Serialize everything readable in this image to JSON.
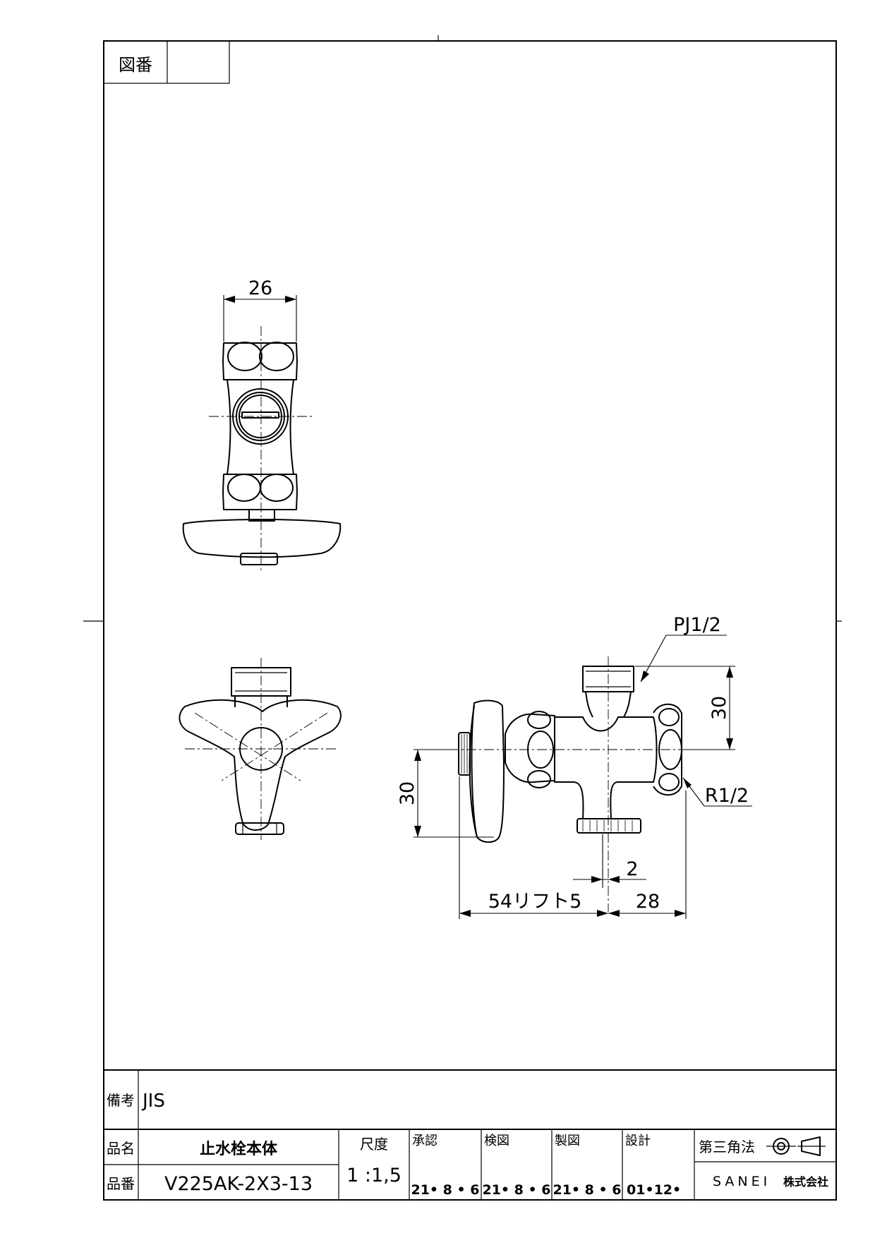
{
  "header": {
    "drawing_number_label": "図番",
    "drawing_number_value": ""
  },
  "dimensions": {
    "top_width": "26",
    "pipe_thread_top": "PJ1/2",
    "height_right": "30",
    "thread_right": "R1/2",
    "height_left": "30",
    "offset_small": "2",
    "length_lift": "54リフト5",
    "length_right": "28"
  },
  "title_block": {
    "remarks_label": "備考",
    "remarks_value": "JIS",
    "part_name_label": "品名",
    "part_name_value": "止水栓本体",
    "part_number_label": "品番",
    "part_number_value": "V225AK-2X3-13",
    "scale_label": "尺度",
    "scale_value": "1 :1,5",
    "approved_label": "承認",
    "approved_date": "21• 8 • 6",
    "checked_label": "検図",
    "checked_date": "21• 8 • 6",
    "drafted_label": "製図",
    "drafted_date": "21• 8 • 6",
    "designed_label": "設計",
    "designed_date": "01•12•",
    "projection_label": "第三角法",
    "company_name": "SANEI",
    "company_suffix": "株式会社"
  }
}
